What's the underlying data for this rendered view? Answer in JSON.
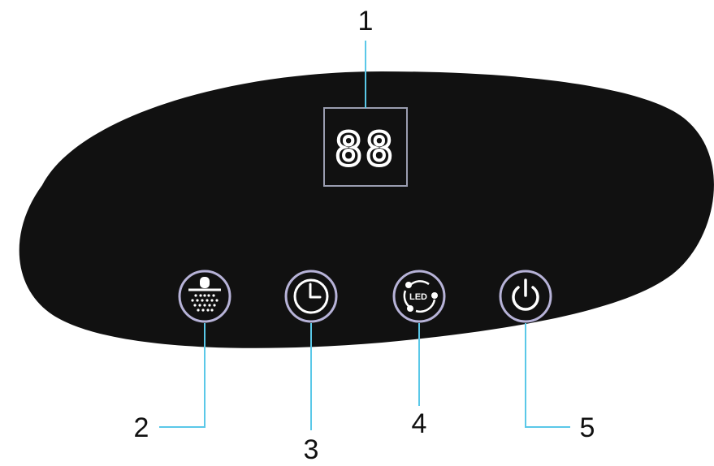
{
  "panel": {
    "display_value": "88",
    "buttons": [
      {
        "id": "mist",
        "icon": "mist-spray-icon",
        "callout": "2"
      },
      {
        "id": "timer",
        "icon": "clock-icon",
        "callout": "3"
      },
      {
        "id": "led",
        "icon": "led-icon",
        "icon_text": "LED",
        "callout": "4"
      },
      {
        "id": "power",
        "icon": "power-icon",
        "callout": "5"
      }
    ]
  },
  "callouts": {
    "display": "1",
    "mist": "2",
    "timer": "3",
    "led": "4",
    "power": "5"
  },
  "colors": {
    "panel": "#111111",
    "leader_line": "#5ac8e8",
    "button_ring": "#b7b3d8",
    "icon": "#ffffff"
  }
}
